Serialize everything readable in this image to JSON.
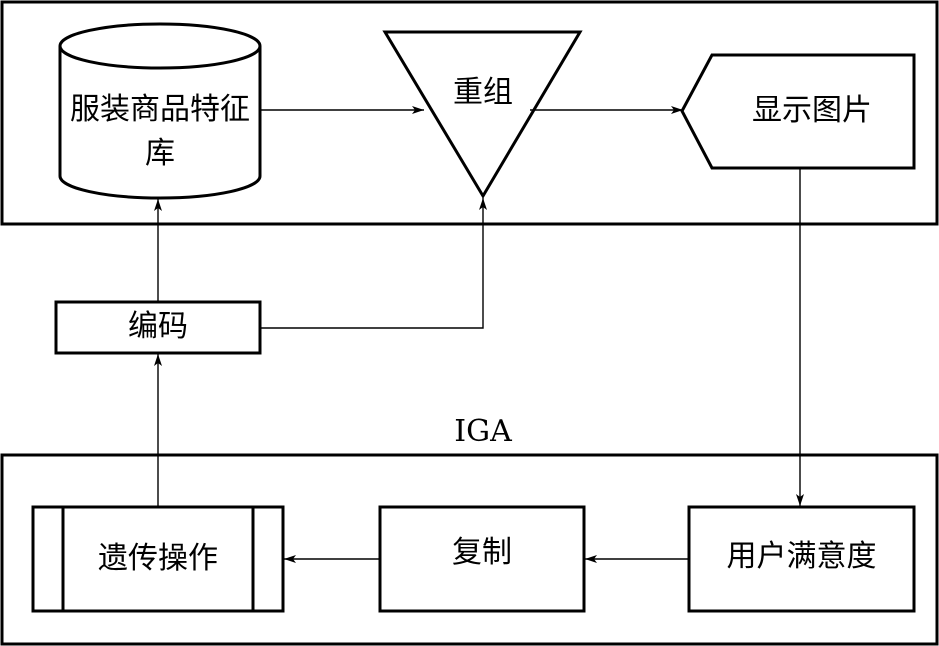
{
  "nodes": {
    "feature_db": "服装商品特征库",
    "recombine": "重组",
    "show_image": "显示图片",
    "encode": "编码",
    "iga": "IGA",
    "genetic_ops": "遗传操作",
    "copy": "复制",
    "user_satisfaction": "用户满意度"
  }
}
